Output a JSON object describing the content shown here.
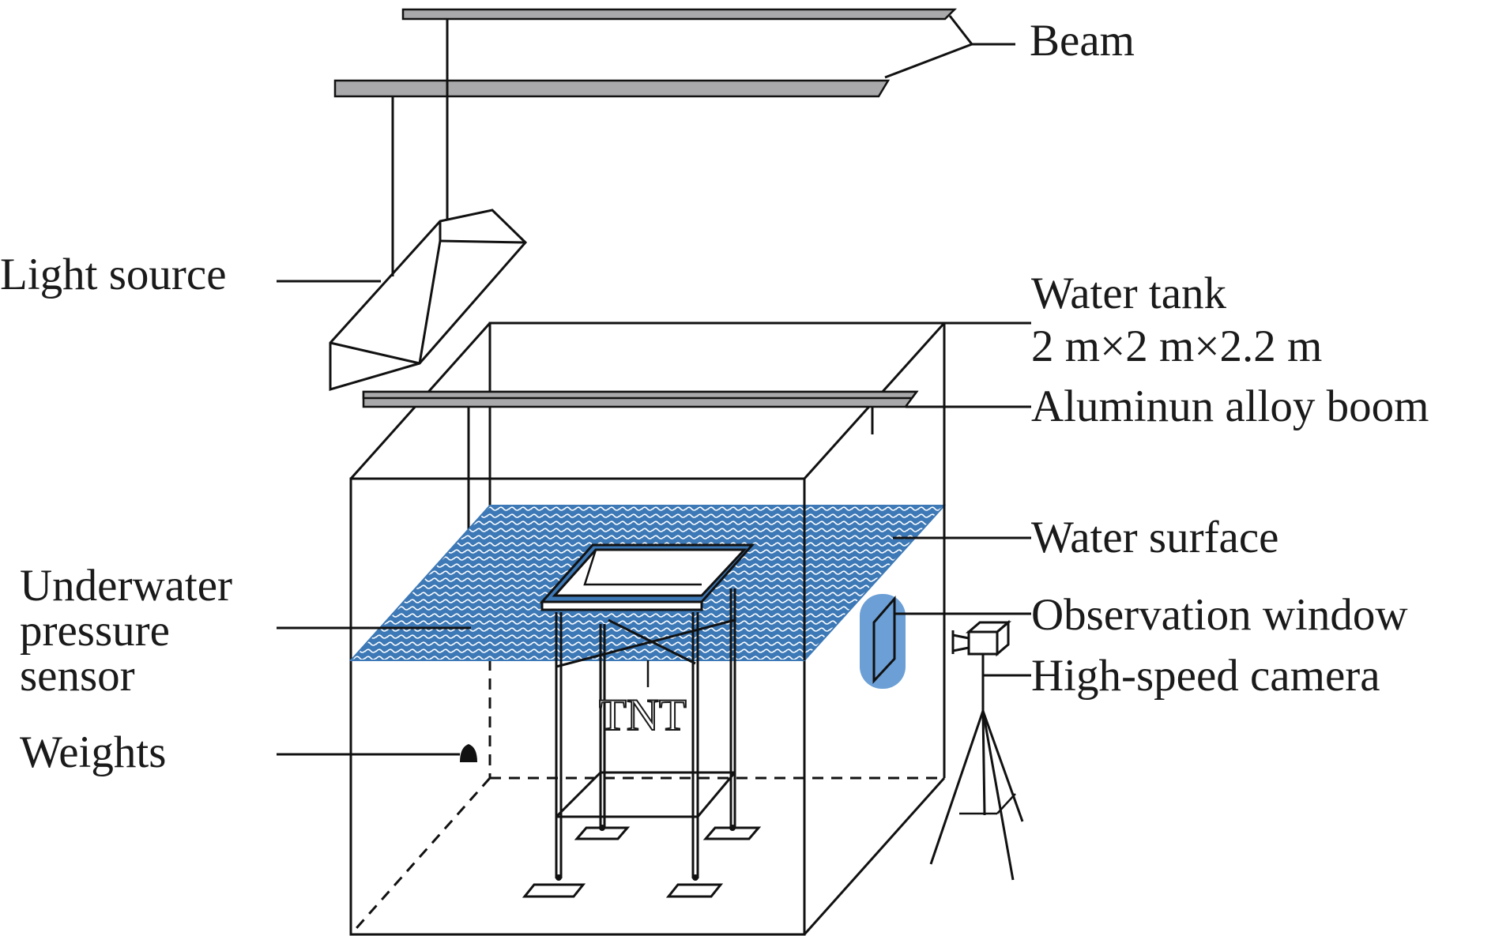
{
  "labels": {
    "beam": "Beam",
    "light_source": "Light source",
    "water_tank": "Water tank",
    "tank_size": "2 m×2 m×2.2 m",
    "boom": "Aluminun alloy boom",
    "water_surface": "Water surface",
    "observation_window": "Observation window",
    "camera": "High-speed camera",
    "sensor_line1": "Underwater",
    "sensor_line2": "pressure",
    "sensor_line3": "sensor",
    "weights": "Weights",
    "tnt": "TNT"
  },
  "colors": {
    "water": "#3d79b6",
    "window": "#6b9fd6",
    "beam": "#a9a9ab",
    "line": "#111111"
  }
}
